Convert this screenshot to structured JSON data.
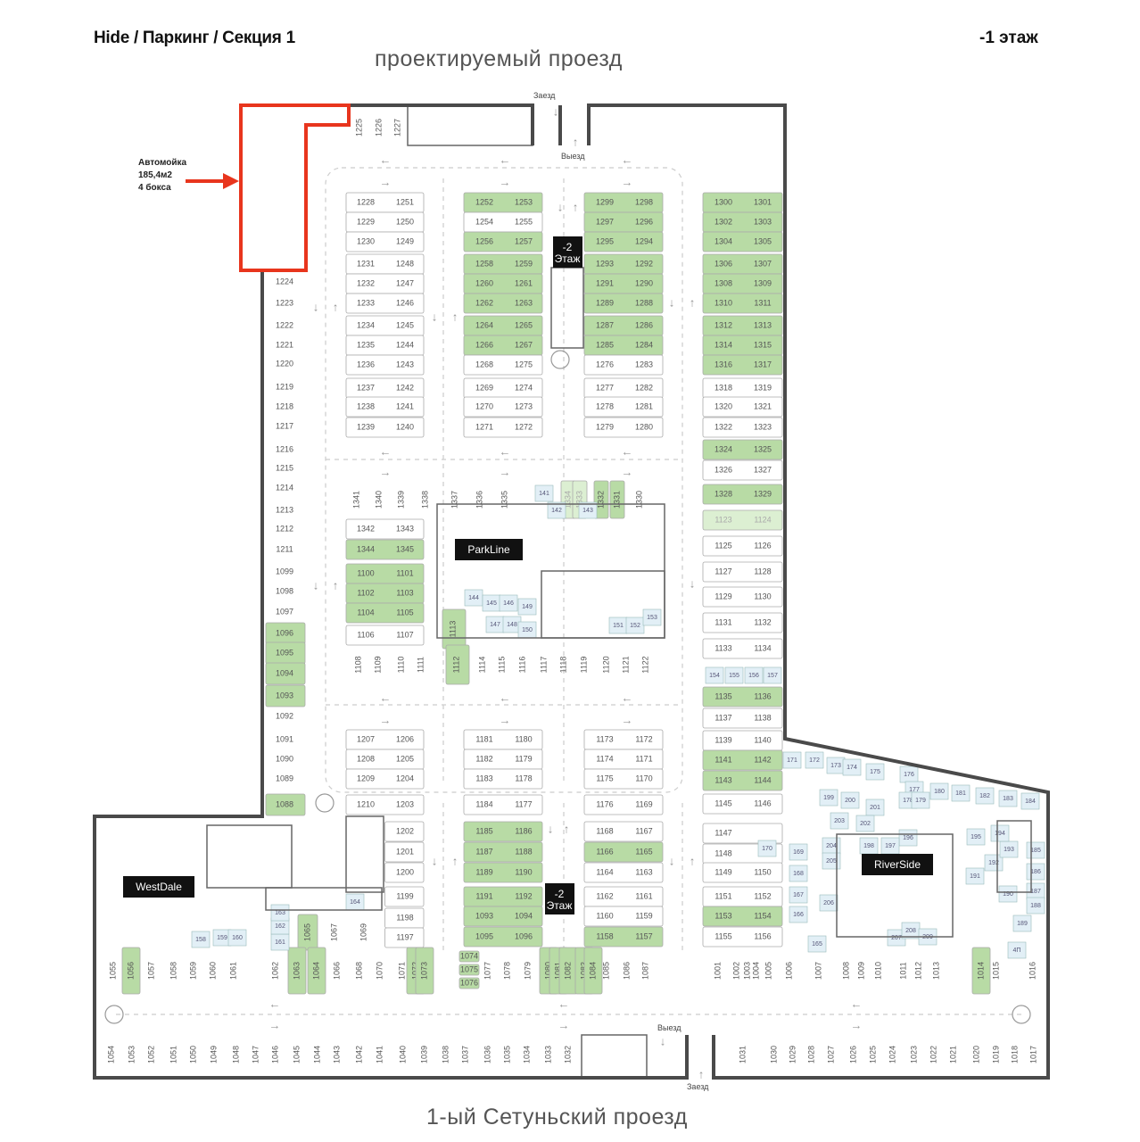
{
  "header": {
    "title": "Hide / Паркинг / Секция 1",
    "floor": "-1 этаж",
    "road_top": "проектируемый проезд",
    "road_bottom": "1-ый  Сетуньский проезд"
  },
  "carwash": {
    "label": "Автомойка",
    "area": "185,4м2",
    "boxes": "4 бокса"
  },
  "entrances": {
    "top_in": "Заезд",
    "top_out": "Выезд",
    "bottom_out": "Выезд",
    "bottom_in": "Заезд"
  },
  "ramps": {
    "upper": [
      "-2",
      "Этаж"
    ],
    "lower": [
      "-2",
      "Этаж"
    ]
  },
  "buildings": {
    "parkline": "ParkLine",
    "westdale": "WestDale",
    "riverside": "RiverSide"
  },
  "colors": {
    "available": "#b8dba5",
    "storage": "#e2eff6",
    "wall": "#4a4a4a",
    "carwash": "#e8351d",
    "label": "#555555"
  },
  "spots": {
    "top_row": [
      "1225",
      "1226",
      "1227"
    ],
    "west_column": [
      "1224",
      "1223",
      "1222",
      "1221",
      "1220",
      "1219",
      "1218",
      "1217",
      "1216",
      "1215",
      "1214",
      "1213",
      "1212",
      "1211",
      "1099",
      "1098",
      "1097",
      "1096",
      "1095",
      "1094",
      "1093",
      "1092",
      "1091",
      "1090",
      "1089",
      "1088"
    ],
    "block_a": [
      [
        "1228",
        "1251"
      ],
      [
        "1229",
        "1250"
      ],
      [
        "1230",
        "1249"
      ],
      [
        "1231",
        "1248"
      ],
      [
        "1232",
        "1247"
      ],
      [
        "1233",
        "1246"
      ],
      [
        "1234",
        "1245"
      ],
      [
        "1235",
        "1244"
      ],
      [
        "1236",
        "1243"
      ],
      [
        "1237",
        "1242"
      ],
      [
        "1238",
        "1241"
      ],
      [
        "1239",
        "1240"
      ]
    ],
    "block_b": [
      [
        "1252",
        "1253"
      ],
      [
        "1254",
        "1255"
      ],
      [
        "1256",
        "1257"
      ],
      [
        "1258",
        "1259"
      ],
      [
        "1260",
        "1261"
      ],
      [
        "1262",
        "1263"
      ],
      [
        "1264",
        "1265"
      ],
      [
        "1266",
        "1267"
      ],
      [
        "1268",
        "1275"
      ],
      [
        "1269",
        "1274"
      ],
      [
        "1270",
        "1273"
      ],
      [
        "1271",
        "1272"
      ]
    ],
    "block_c": [
      [
        "1299",
        "1298"
      ],
      [
        "1297",
        "1296"
      ],
      [
        "1295",
        "1294"
      ],
      [
        "1293",
        "1292"
      ],
      [
        "1291",
        "1290"
      ],
      [
        "1289",
        "1288"
      ],
      [
        "1287",
        "1286"
      ],
      [
        "1285",
        "1284"
      ],
      [
        "1276",
        "1283"
      ],
      [
        "1277",
        "1282"
      ],
      [
        "1278",
        "1281"
      ],
      [
        "1279",
        "1280"
      ]
    ],
    "block_d": [
      [
        "1300",
        "1301"
      ],
      [
        "1302",
        "1303"
      ],
      [
        "1304",
        "1305"
      ],
      [
        "1306",
        "1307"
      ],
      [
        "1308",
        "1309"
      ],
      [
        "1310",
        "1311"
      ],
      [
        "1312",
        "1313"
      ],
      [
        "1314",
        "1315"
      ],
      [
        "1316",
        "1317"
      ],
      [
        "1318",
        "1319"
      ],
      [
        "1320",
        "1321"
      ],
      [
        "1322",
        "1323"
      ],
      [
        "1324",
        "1325"
      ],
      [
        "1326",
        "1327"
      ],
      [
        "1328",
        "1329"
      ],
      [
        "1123",
        "1124"
      ],
      [
        "1125",
        "1126"
      ],
      [
        "1127",
        "1128"
      ],
      [
        "1129",
        "1130"
      ],
      [
        "1131",
        "1132"
      ],
      [
        "1133",
        "1134"
      ],
      [
        "1135",
        "1136"
      ],
      [
        "1137",
        "1138"
      ],
      [
        "1139",
        "1140"
      ],
      [
        "1141",
        "1142"
      ],
      [
        "1143",
        "1144"
      ],
      [
        "1145",
        "1146"
      ],
      [
        "1147",
        ""
      ],
      [
        "1148",
        ""
      ],
      [
        "1149",
        "1150"
      ],
      [
        "1151",
        "1152"
      ],
      [
        "1153",
        "1154"
      ],
      [
        "1155",
        "1156"
      ]
    ],
    "middle_top_vertical": [
      "1341",
      "1340",
      "1339",
      "1338",
      "1337",
      "1336",
      "1335",
      "1334",
      "1333",
      "1332",
      "1331",
      "1330"
    ],
    "middle_pairs": [
      [
        "1342",
        "1343"
      ],
      [
        "1344",
        "1345"
      ],
      [
        "1100",
        "1101"
      ],
      [
        "1102",
        "1103"
      ],
      [
        "1104",
        "1105"
      ],
      [
        "1106",
        "1107"
      ]
    ],
    "middle_bottom_vertical": [
      "1108",
      "1109",
      "1110",
      "1111",
      "1113",
      "1112",
      "1114",
      "1115",
      "1116",
      "1117",
      "1118",
      "1119",
      "1120",
      "1121",
      "1122"
    ],
    "block_e": [
      [
        "1207",
        "1206"
      ],
      [
        "1208",
        "1205"
      ],
      [
        "1209",
        "1204"
      ],
      [
        "1210",
        "1203"
      ],
      [
        "",
        "1202"
      ],
      [
        "",
        "1201"
      ],
      [
        "",
        "1200"
      ],
      [
        "",
        "1199"
      ],
      [
        "",
        "1198"
      ],
      [
        "",
        "1197"
      ]
    ],
    "block_f": [
      [
        "1181",
        "1180"
      ],
      [
        "1182",
        "1179"
      ],
      [
        "1183",
        "1178"
      ],
      [
        "1184",
        "1177"
      ],
      [
        "1185",
        "1186"
      ],
      [
        "1187",
        "1188"
      ],
      [
        "1189",
        "1190"
      ],
      [
        "1191",
        "1192"
      ],
      [
        "1093",
        "1094"
      ],
      [
        "1095",
        "1096"
      ]
    ],
    "block_g": [
      [
        "1173",
        "1172"
      ],
      [
        "1174",
        "1171"
      ],
      [
        "1175",
        "1170"
      ],
      [
        "1176",
        "1169"
      ],
      [
        "1168",
        "1167"
      ],
      [
        "1166",
        "1165"
      ],
      [
        "1164",
        "1163"
      ],
      [
        "1162",
        "1161"
      ],
      [
        "1160",
        "1159"
      ],
      [
        "1158",
        "1157"
      ]
    ],
    "west_extra_vertical": [
      "1065",
      "1067",
      "1069"
    ],
    "bottom_upper": [
      "1055",
      "1056",
      "1057",
      "1058",
      "1059",
      "1060",
      "1061",
      "1062",
      "1063",
      "1064",
      "1066",
      "1068",
      "1070",
      "1071",
      "1072",
      "1073",
      "1074",
      "1075",
      "1076",
      "1077",
      "1078",
      "1079",
      "1080",
      "1081",
      "1082",
      "1083",
      "1084",
      "1085",
      "1086",
      "1087",
      "1001",
      "1002",
      "1003",
      "1004",
      "1005",
      "1006",
      "1007",
      "1008",
      "1009",
      "1010",
      "1011",
      "1012",
      "1013",
      "1014",
      "1015",
      "1016"
    ],
    "bottom_lower": [
      "1054",
      "1053",
      "1052",
      "1051",
      "1050",
      "1049",
      "1048",
      "1047",
      "1046",
      "1045",
      "1044",
      "1043",
      "1042",
      "1041",
      "1040",
      "1039",
      "1038",
      "1037",
      "1036",
      "1035",
      "1034",
      "1033",
      "1032",
      "1031",
      "1030",
      "1029",
      "1028",
      "1027",
      "1026",
      "1025",
      "1024",
      "1023",
      "1022",
      "1021",
      "1020",
      "1019",
      "1018",
      "1017"
    ]
  },
  "available_spots": [
    "1088",
    "1252",
    "1253",
    "1256",
    "1257",
    "1258",
    "1259",
    "1260",
    "1261",
    "1262",
    "1263",
    "1264",
    "1265",
    "1266",
    "1267",
    "1299",
    "1298",
    "1297",
    "1296",
    "1295",
    "1294",
    "1293",
    "1292",
    "1291",
    "1290",
    "1289",
    "1288",
    "1287",
    "1286",
    "1285",
    "1284",
    "1300",
    "1301",
    "1302",
    "1303",
    "1304",
    "1305",
    "1306",
    "1307",
    "1308",
    "1309",
    "1310",
    "1311",
    "1312",
    "1313",
    "1314",
    "1315",
    "1316",
    "1317",
    "1324",
    "1325",
    "1328",
    "1329",
    "1135",
    "1136",
    "1141",
    "1142",
    "1143",
    "1144",
    "1153",
    "1154",
    "1344",
    "1345",
    "1100",
    "1101",
    "1102",
    "1103",
    "1104",
    "1105",
    "1113",
    "1112",
    "1332",
    "1331",
    "1185",
    "1186",
    "1187",
    "1188",
    "1189",
    "1190",
    "1191",
    "1192",
    "1093",
    "1094",
    "1095",
    "1096",
    "1166",
    "1165",
    "1158",
    "1157",
    "1056",
    "1063",
    "1064",
    "1065",
    "1072",
    "1073",
    "1074",
    "1075",
    "1076",
    "1080",
    "1081",
    "1082",
    "1083",
    "1084",
    "1014"
  ],
  "faded_spots": [
    "1123",
    "1124",
    "1334",
    "1333"
  ],
  "storage_units": [
    "141",
    "142",
    "143",
    "144",
    "145",
    "146",
    "147",
    "148",
    "149",
    "150",
    "151",
    "152",
    "153",
    "154",
    "155",
    "156",
    "157",
    "158",
    "159",
    "160",
    "161",
    "162",
    "163",
    "164",
    "165",
    "166",
    "167",
    "168",
    "169",
    "170",
    "171",
    "172",
    "173",
    "174",
    "175",
    "176",
    "177",
    "178",
    "179",
    "180",
    "181",
    "182",
    "183",
    "184",
    "185",
    "186",
    "187",
    "188",
    "189",
    "190",
    "191",
    "192",
    "193",
    "194",
    "195",
    "196",
    "197",
    "198",
    "199",
    "200",
    "201",
    "202",
    "203",
    "204",
    "205",
    "206",
    "207",
    "208",
    "209",
    "4П"
  ]
}
